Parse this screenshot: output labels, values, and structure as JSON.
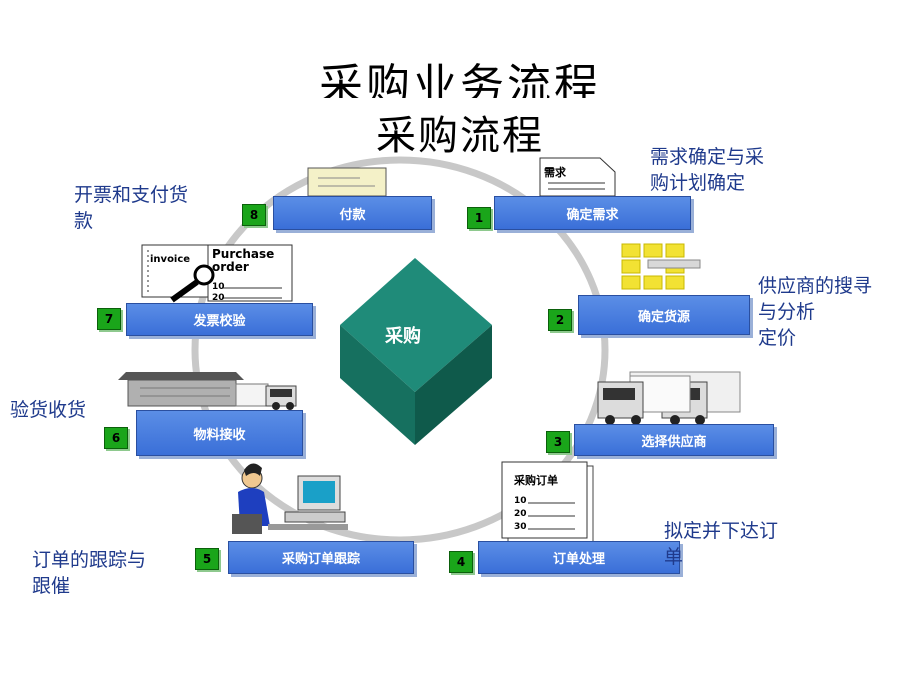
{
  "title": "采购业务流程",
  "subtitle": "采购流程",
  "center_label": "采购",
  "steps": [
    {
      "num": "1",
      "label": "确定需求"
    },
    {
      "num": "2",
      "label": "确定货源"
    },
    {
      "num": "3",
      "label": "选择供应商"
    },
    {
      "num": "4",
      "label": "订单处理"
    },
    {
      "num": "5",
      "label": "采购订单跟踪"
    },
    {
      "num": "6",
      "label": "物料接收"
    },
    {
      "num": "7",
      "label": "发票校验"
    },
    {
      "num": "8",
      "label": "付款"
    }
  ],
  "notes": {
    "n1": [
      "需求确定与采",
      "购计划确定"
    ],
    "n2": [
      "供应商的搜寻",
      "与分析",
      "定价"
    ],
    "n4": [
      "拟定并下达订",
      "单"
    ],
    "n5": [
      "订单的跟踪与",
      "跟催"
    ],
    "n6": [
      "验货收货"
    ],
    "n8": [
      "开票和支付货",
      "款"
    ]
  },
  "illustrations": {
    "demand_doc": "需求",
    "invoice": "invoice",
    "purchase_order": [
      "Purchase",
      "order"
    ],
    "po_doc": {
      "title": "采购订单",
      "lines": [
        "10",
        "20",
        "30"
      ]
    },
    "order_lines": [
      "10",
      "20"
    ]
  },
  "colors": {
    "bar": "#3a6fd8",
    "number_box": "#1aa51a",
    "cube": "#1e8a78",
    "note_text": "#1f3a8c"
  }
}
